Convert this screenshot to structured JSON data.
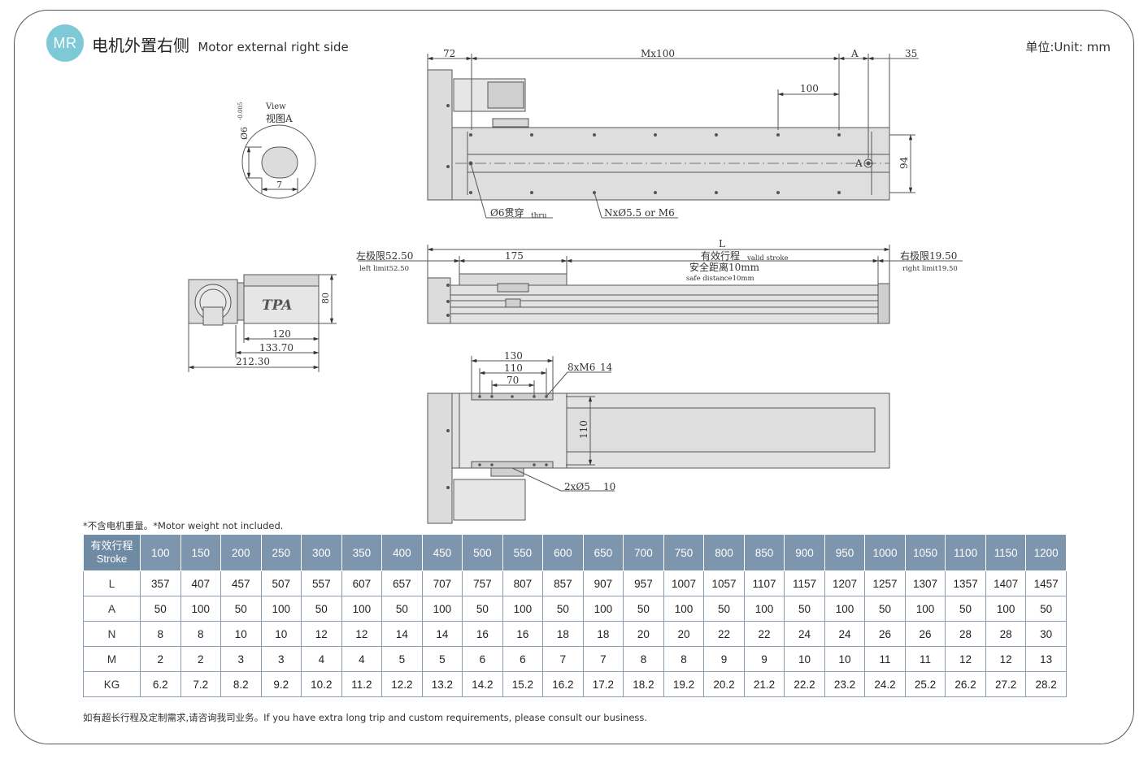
{
  "header": {
    "badge": "MR",
    "title_cn": "电机外置右侧",
    "title_en": "Motor external right side",
    "unit": "单位:Unit: mm"
  },
  "drawing": {
    "top_view": {
      "dim_72": "72",
      "dim_mx100": "Mx100",
      "dim_a": "A",
      "dim_35": "35",
      "dim_100": "100",
      "dim_94": "94",
      "label_a": "A",
      "callout_hole": "Ø6贯穿",
      "callout_hole_sub": "thru",
      "callout_mounting": "NxØ5.5 or M6"
    },
    "view_a": {
      "label_en": "View",
      "label_cn": "视图A",
      "dim_dia": "Ø6",
      "dim_tol": "-0.005",
      "dim_7": "7"
    },
    "side_view": {
      "dim_l": "L",
      "left_limit_cn": "左极限52.50",
      "left_limit_en": "left limit52.50",
      "dim_175": "175",
      "stroke_cn": "有效行程",
      "stroke_en": "valid stroke",
      "safe_cn": "安全距离10mm",
      "safe_en": "safe distance10mm",
      "right_limit_cn": "右极限19.50",
      "right_limit_en": "right limit19.50"
    },
    "end_view": {
      "logo": "TPA",
      "dim_80": "80",
      "dim_120": "120",
      "dim_133": "133.70",
      "dim_212": "212.30"
    },
    "bottom_view": {
      "dim_130": "130",
      "dim_110": "110",
      "dim_70": "70",
      "callout_top": "8xM6",
      "callout_top_depth": "14",
      "dim_110_v": "110",
      "callout_bottom": "2xØ5",
      "callout_bottom_depth": "10"
    }
  },
  "note": "*不含电机重量。*Motor weight not included.",
  "table": {
    "head_cn": "有效行程",
    "head_en": "Stroke",
    "strokes": [
      "100",
      "150",
      "200",
      "250",
      "300",
      "350",
      "400",
      "450",
      "500",
      "550",
      "600",
      "650",
      "700",
      "750",
      "800",
      "850",
      "900",
      "950",
      "1000",
      "1050",
      "1100",
      "1150",
      "1200"
    ],
    "rows": [
      {
        "label": "L",
        "values": [
          "357",
          "407",
          "457",
          "507",
          "557",
          "607",
          "657",
          "707",
          "757",
          "807",
          "857",
          "907",
          "957",
          "1007",
          "1057",
          "1107",
          "1157",
          "1207",
          "1257",
          "1307",
          "1357",
          "1407",
          "1457"
        ]
      },
      {
        "label": "A",
        "values": [
          "50",
          "100",
          "50",
          "100",
          "50",
          "100",
          "50",
          "100",
          "50",
          "100",
          "50",
          "100",
          "50",
          "100",
          "50",
          "100",
          "50",
          "100",
          "50",
          "100",
          "50",
          "100",
          "50"
        ]
      },
      {
        "label": "N",
        "values": [
          "8",
          "8",
          "10",
          "10",
          "12",
          "12",
          "14",
          "14",
          "16",
          "16",
          "18",
          "18",
          "20",
          "20",
          "22",
          "22",
          "24",
          "24",
          "26",
          "26",
          "28",
          "28",
          "30"
        ]
      },
      {
        "label": "M",
        "values": [
          "2",
          "2",
          "3",
          "3",
          "4",
          "4",
          "5",
          "5",
          "6",
          "6",
          "7",
          "7",
          "8",
          "8",
          "9",
          "9",
          "10",
          "10",
          "11",
          "11",
          "12",
          "12",
          "13"
        ]
      },
      {
        "label": "KG",
        "values": [
          "6.2",
          "7.2",
          "8.2",
          "9.2",
          "10.2",
          "11.2",
          "12.2",
          "13.2",
          "14.2",
          "15.2",
          "16.2",
          "17.2",
          "18.2",
          "19.2",
          "20.2",
          "21.2",
          "22.2",
          "23.2",
          "24.2",
          "25.2",
          "26.2",
          "27.2",
          "28.2"
        ]
      }
    ]
  },
  "footer": "如有超长行程及定制需求,请咨询我司业务。If you have extra long trip and custom requirements, please consult our business."
}
